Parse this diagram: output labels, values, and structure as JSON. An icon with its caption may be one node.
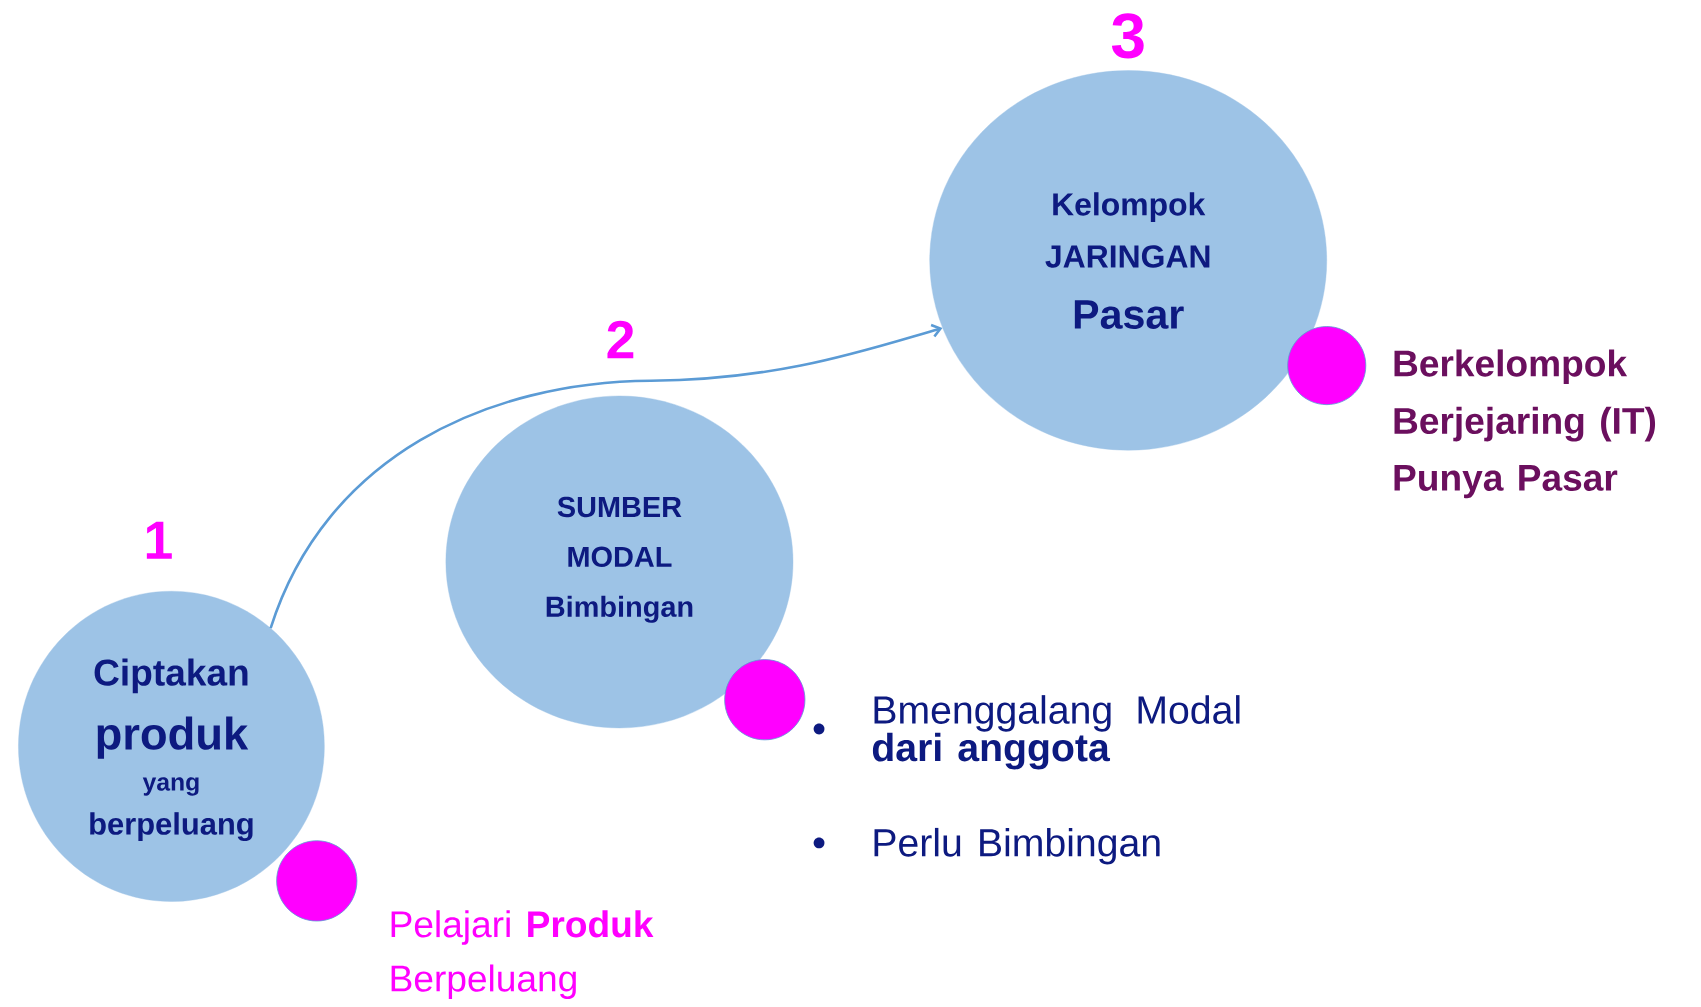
{
  "diagram": {
    "nodes": [
      {
        "text": [
          "Ciptakan",
          "produk",
          "yang",
          "berpeluang"
        ],
        "beside": [
          "1"
        ]
      },
      {
        "text": [],
        "shape": "circle",
        "beside": [
          "Pelajari **Produk**",
          "Berpeluang"
        ]
      },
      {
        "text": [
          "SUMBER MODAL Bimbingan"
        ],
        "beside": [
          "2"
        ]
      },
      {
        "text": [],
        "shape": "circle",
        "beside": [
          "Bmenggalang Modal **dari anggota**",
          "Perlu Bimbingan"
        ]
      },
      {
        "text": [
          "Kelompok JARINGAN",
          "Pasar"
        ],
        "beside": [
          "3"
        ]
      },
      {
        "text": [],
        "shape": "circle",
        "beside": [
          "Berkelompok",
          "Berjejaring (IT)",
          "Punya Pasar"
        ]
      }
    ],
    "edges": [
      {
        "from": 0,
        "to": 4,
        "arrow": "to"
      }
    ]
  }
}
